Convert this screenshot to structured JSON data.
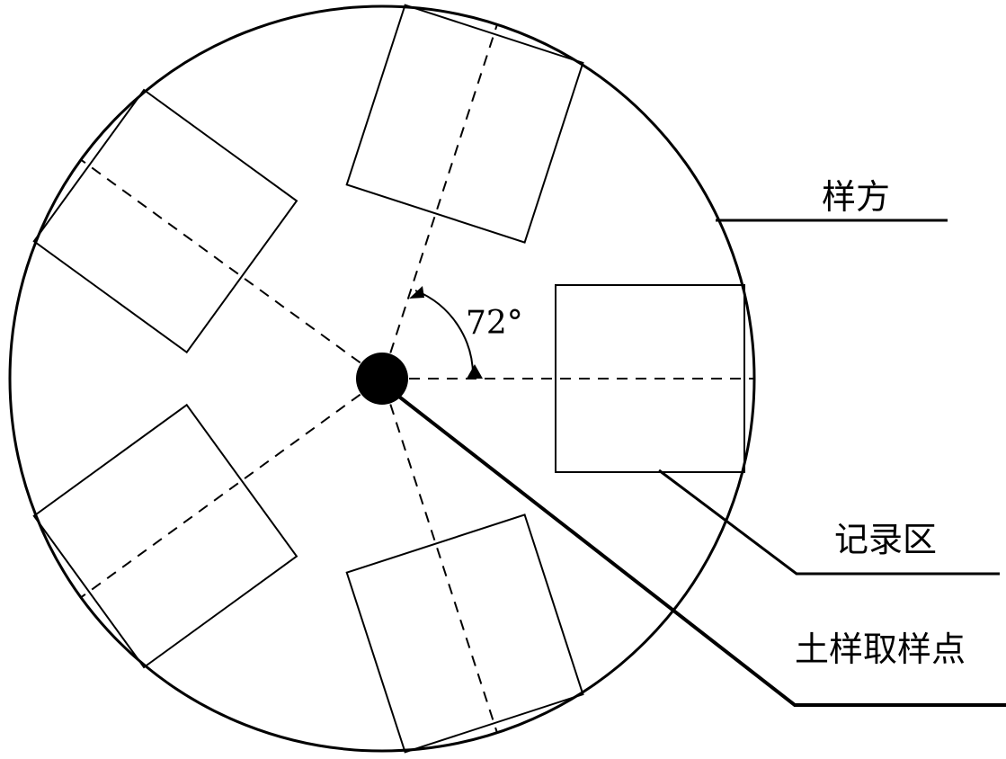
{
  "diagram": {
    "angle_label": "72°",
    "angle_degrees": 72,
    "quadrat_count": 5,
    "labels": {
      "quadrat": "样方",
      "record_area": "记录区",
      "soil_sampling_point": "土样取样点"
    },
    "colors": {
      "stroke": "#000000",
      "background": "#ffffff"
    }
  }
}
